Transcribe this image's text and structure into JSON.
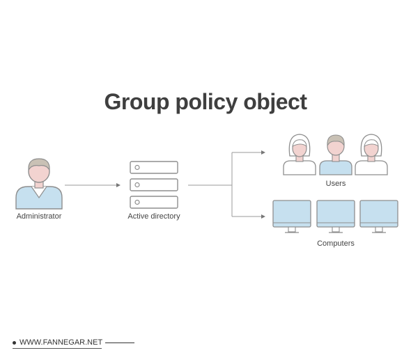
{
  "title": "Group policy object",
  "nodes": {
    "administrator": "Administrator",
    "active_directory": "Active directory",
    "users": "Users",
    "computers": "Computers"
  },
  "footer": {
    "watermark": "WWW.FANNEGAR.NET"
  },
  "colors": {
    "skin": "#f2d3d0",
    "hair": "#c9c1b5",
    "shirt": "#c6e0ef",
    "screen": "#c6e0ef",
    "stroke": "#8e8e8e"
  }
}
